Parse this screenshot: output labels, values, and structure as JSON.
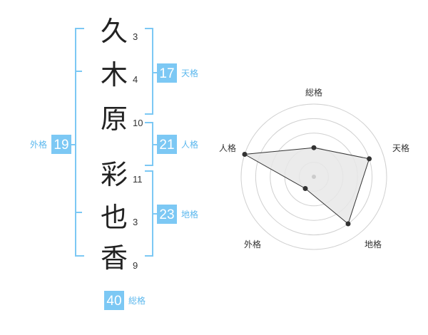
{
  "name": {
    "chars": [
      {
        "char": "久",
        "strokes": "3"
      },
      {
        "char": "木",
        "strokes": "4"
      },
      {
        "char": "原",
        "strokes": "10"
      },
      {
        "char": "彩",
        "strokes": "11"
      },
      {
        "char": "也",
        "strokes": "3"
      },
      {
        "char": "香",
        "strokes": "9"
      }
    ]
  },
  "fortune": {
    "tenkaku": {
      "label": "天格",
      "value": "17"
    },
    "jinkaku": {
      "label": "人格",
      "value": "21"
    },
    "chikaku": {
      "label": "地格",
      "value": "23"
    },
    "gaikaku": {
      "label": "外格",
      "value": "19"
    },
    "soukaku": {
      "label": "総格",
      "value": "40"
    }
  },
  "radar": {
    "axes": [
      "総格",
      "天格",
      "地格",
      "外格",
      "人格"
    ],
    "levels": 5,
    "values": [
      2,
      4,
      4,
      1,
      5
    ],
    "max": 5
  },
  "colors": {
    "accent": "#5cb8ee",
    "badge": "#7cc8f4",
    "text": "#222222",
    "ring": "#d0d0d0",
    "fill": "#e8e8e8",
    "polygon": "#333333"
  }
}
